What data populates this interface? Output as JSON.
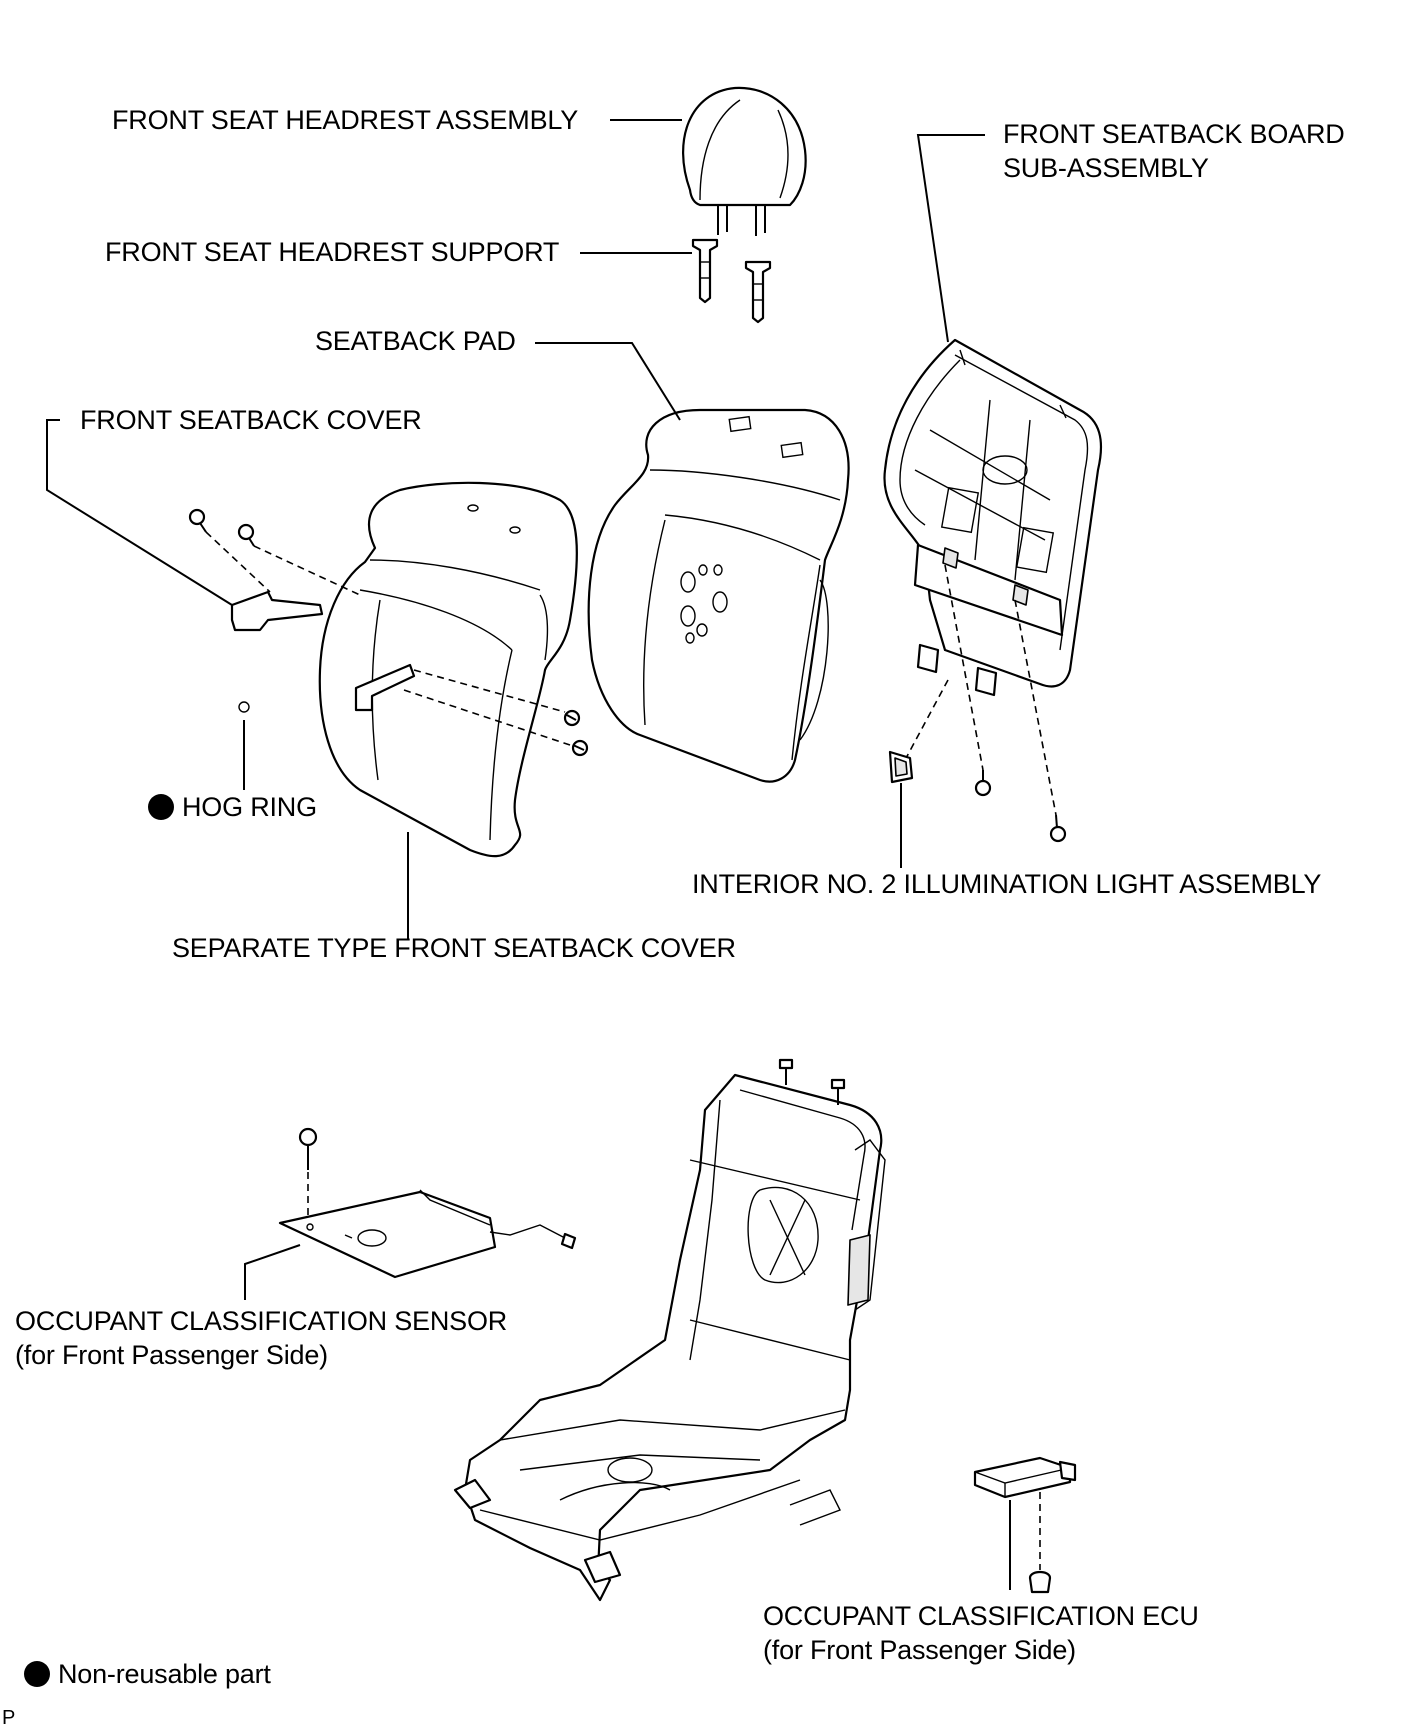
{
  "labels": {
    "headrest_assembly": "FRONT SEAT HEADREST ASSEMBLY",
    "headrest_support": "FRONT SEAT HEADREST SUPPORT",
    "seatback_pad": "SEATBACK PAD",
    "front_seatback_cover": "FRONT SEATBACK COVER",
    "seatback_board_line1": "FRONT SEATBACK BOARD",
    "seatback_board_line2": "SUB-ASSEMBLY",
    "hog_ring": "HOG RING",
    "illumination_light": "INTERIOR NO. 2 ILLUMINATION LIGHT ASSEMBLY",
    "separate_cover": "SEPARATE TYPE FRONT SEATBACK COVER",
    "sensor_line1": "OCCUPANT CLASSIFICATION SENSOR",
    "sensor_line2": "(for Front Passenger Side)",
    "ecu_line1": "OCCUPANT CLASSIFICATION ECU",
    "ecu_line2": "(for Front Passenger Side)",
    "legend_non_reusable": "Non-reusable part",
    "corner_mark": "P"
  },
  "icons": {
    "non_reusable_marker": "filled-circle-icon"
  }
}
